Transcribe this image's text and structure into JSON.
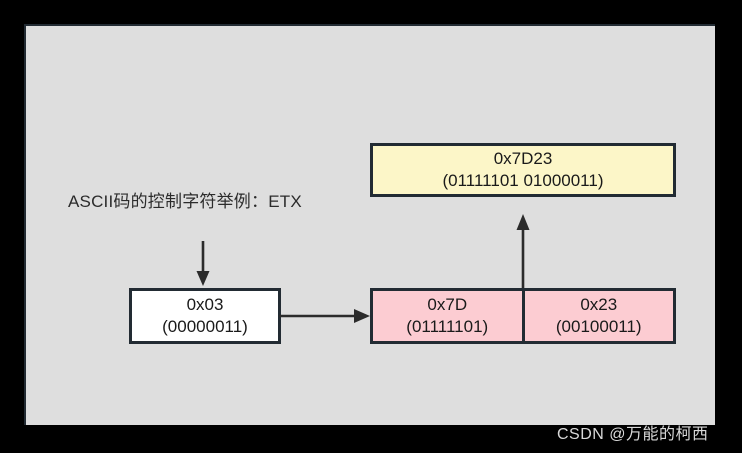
{
  "figure": {
    "caption": "ASCII码的控制字符举例：ETX",
    "watermark": "CSDN @万能的柯西",
    "colors": {
      "background": "#000000",
      "canvas": "#dedede",
      "stroke": "#222b33",
      "yellow_box": "#fcf6c8",
      "pink_box": "#fcccd2",
      "white_box": "#ffffff",
      "text": "#1a1a1a",
      "watermark_text": "#d9d9d9"
    }
  },
  "boxes": {
    "result": {
      "hex": "0x7D23",
      "binary": "(01111101 01000011)"
    },
    "source": {
      "hex": "0x03",
      "binary": "(00000011)"
    },
    "escaped": [
      {
        "hex": "0x7D",
        "binary": "(01111101)"
      },
      {
        "hex": "0x23",
        "binary": "(00100011)"
      }
    ]
  },
  "arrows": {
    "down": "arrow-down-icon",
    "right": "arrow-right-icon",
    "up": "arrow-up-icon"
  }
}
